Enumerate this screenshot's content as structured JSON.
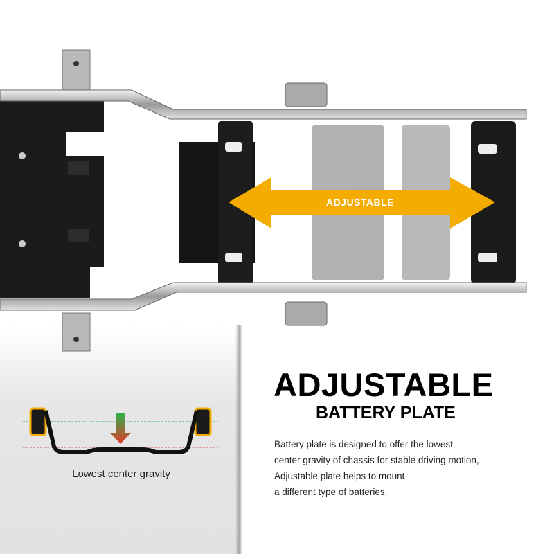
{
  "arrow": {
    "label": "ADJUSTABLE",
    "color": "#F5AC00"
  },
  "heading": {
    "title": "ADJUSTABLE",
    "subtitle": "BATTERY PLATE"
  },
  "description": [
    "Battery plate is designed to offer the lowest",
    "center gravity of chassis for stable driving motion,",
    "Adjustable plate helps to mount",
    "a different type of batteries."
  ],
  "diagram": {
    "label": "Lowest center gravity"
  }
}
